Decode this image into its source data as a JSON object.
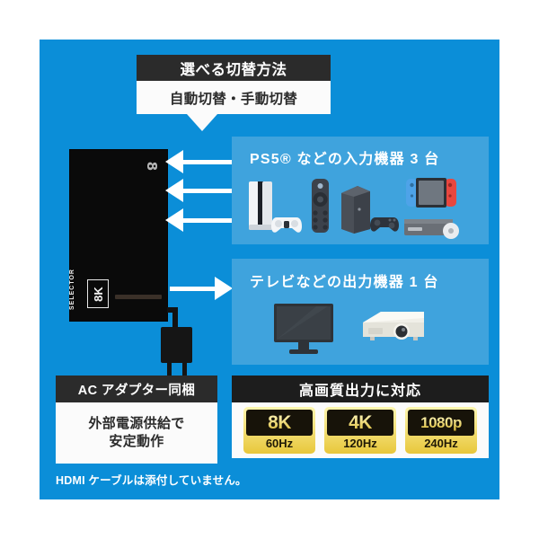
{
  "page": {
    "background_color": "#ffffff",
    "panel_color": "#0b8ed8",
    "card_color": "#3fa3dd",
    "accent_dark": "#2b2b2b",
    "accent_yellow": "#e8c73a"
  },
  "top_label": {
    "heading": "選べる切替方法",
    "subheading": "自動切替・手動切替"
  },
  "device": {
    "logo_mark": "8",
    "selector_text": "SELECTOR",
    "badge_text": "8K"
  },
  "arrows": {
    "input_count": 3,
    "input_direction": "left",
    "output_direction": "right"
  },
  "cards": [
    {
      "id": "input",
      "title": "PS5® などの入力機器 3 台",
      "devices": [
        "ps5-console-icon",
        "ps5-controller-icon",
        "streaming-remote-icon",
        "xbox-console-icon",
        "xbox-controller-icon",
        "nintendo-switch-icon",
        "disc-player-icon"
      ]
    },
    {
      "id": "output",
      "title": "テレビなどの出力機器 1 台",
      "devices": [
        "television-icon",
        "projector-icon"
      ]
    }
  ],
  "ac_block": {
    "heading": "AC アダプター同梱",
    "body_line1": "外部電源供給で",
    "body_line2": "安定動作"
  },
  "note": "HDMI ケーブルは添付していません。",
  "quality": {
    "heading": "高画質出力に対応",
    "badges": [
      {
        "resolution": "8K",
        "refresh": "60Hz"
      },
      {
        "resolution": "4K",
        "refresh": "120Hz"
      },
      {
        "resolution": "1080p",
        "refresh": "240Hz"
      }
    ]
  }
}
